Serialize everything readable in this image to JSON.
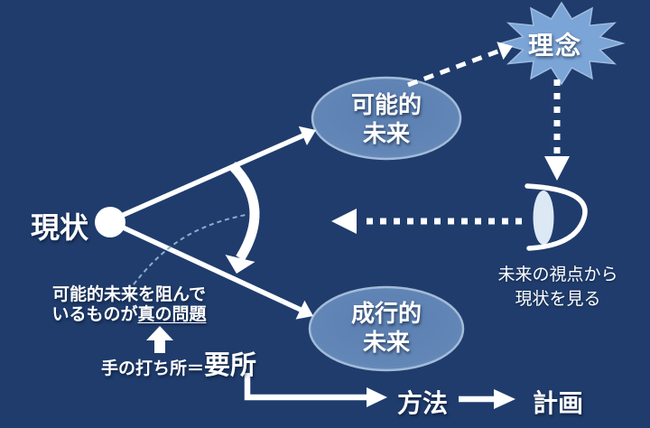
{
  "diagram": {
    "current_state": "現状",
    "possible_future_line1": "可能的",
    "possible_future_line2": "未来",
    "drift_future_line1": "成行的",
    "drift_future_line2": "未来",
    "ideal": "理念",
    "future_view_line1": "未来の視点から",
    "future_view_line2": "現状を見る",
    "problem_note_line1": "可能的未来を阻んで",
    "problem_note_line2_plain": "いるものが",
    "problem_note_line2_underlined": "真の問題",
    "key_point_prefix": "手の打ち所＝",
    "key_point_main": "要所",
    "method": "方法",
    "plan": "計画"
  },
  "colors": {
    "background": "#1f3c6c",
    "node_fill": "#5d81b2",
    "node_border": "#a3bbd9",
    "starburst_fill": "#7ba5d7",
    "arrow_white": "#ffffff",
    "eye_lens": "#dce8f4",
    "dashed_leader": "#8fabce"
  }
}
